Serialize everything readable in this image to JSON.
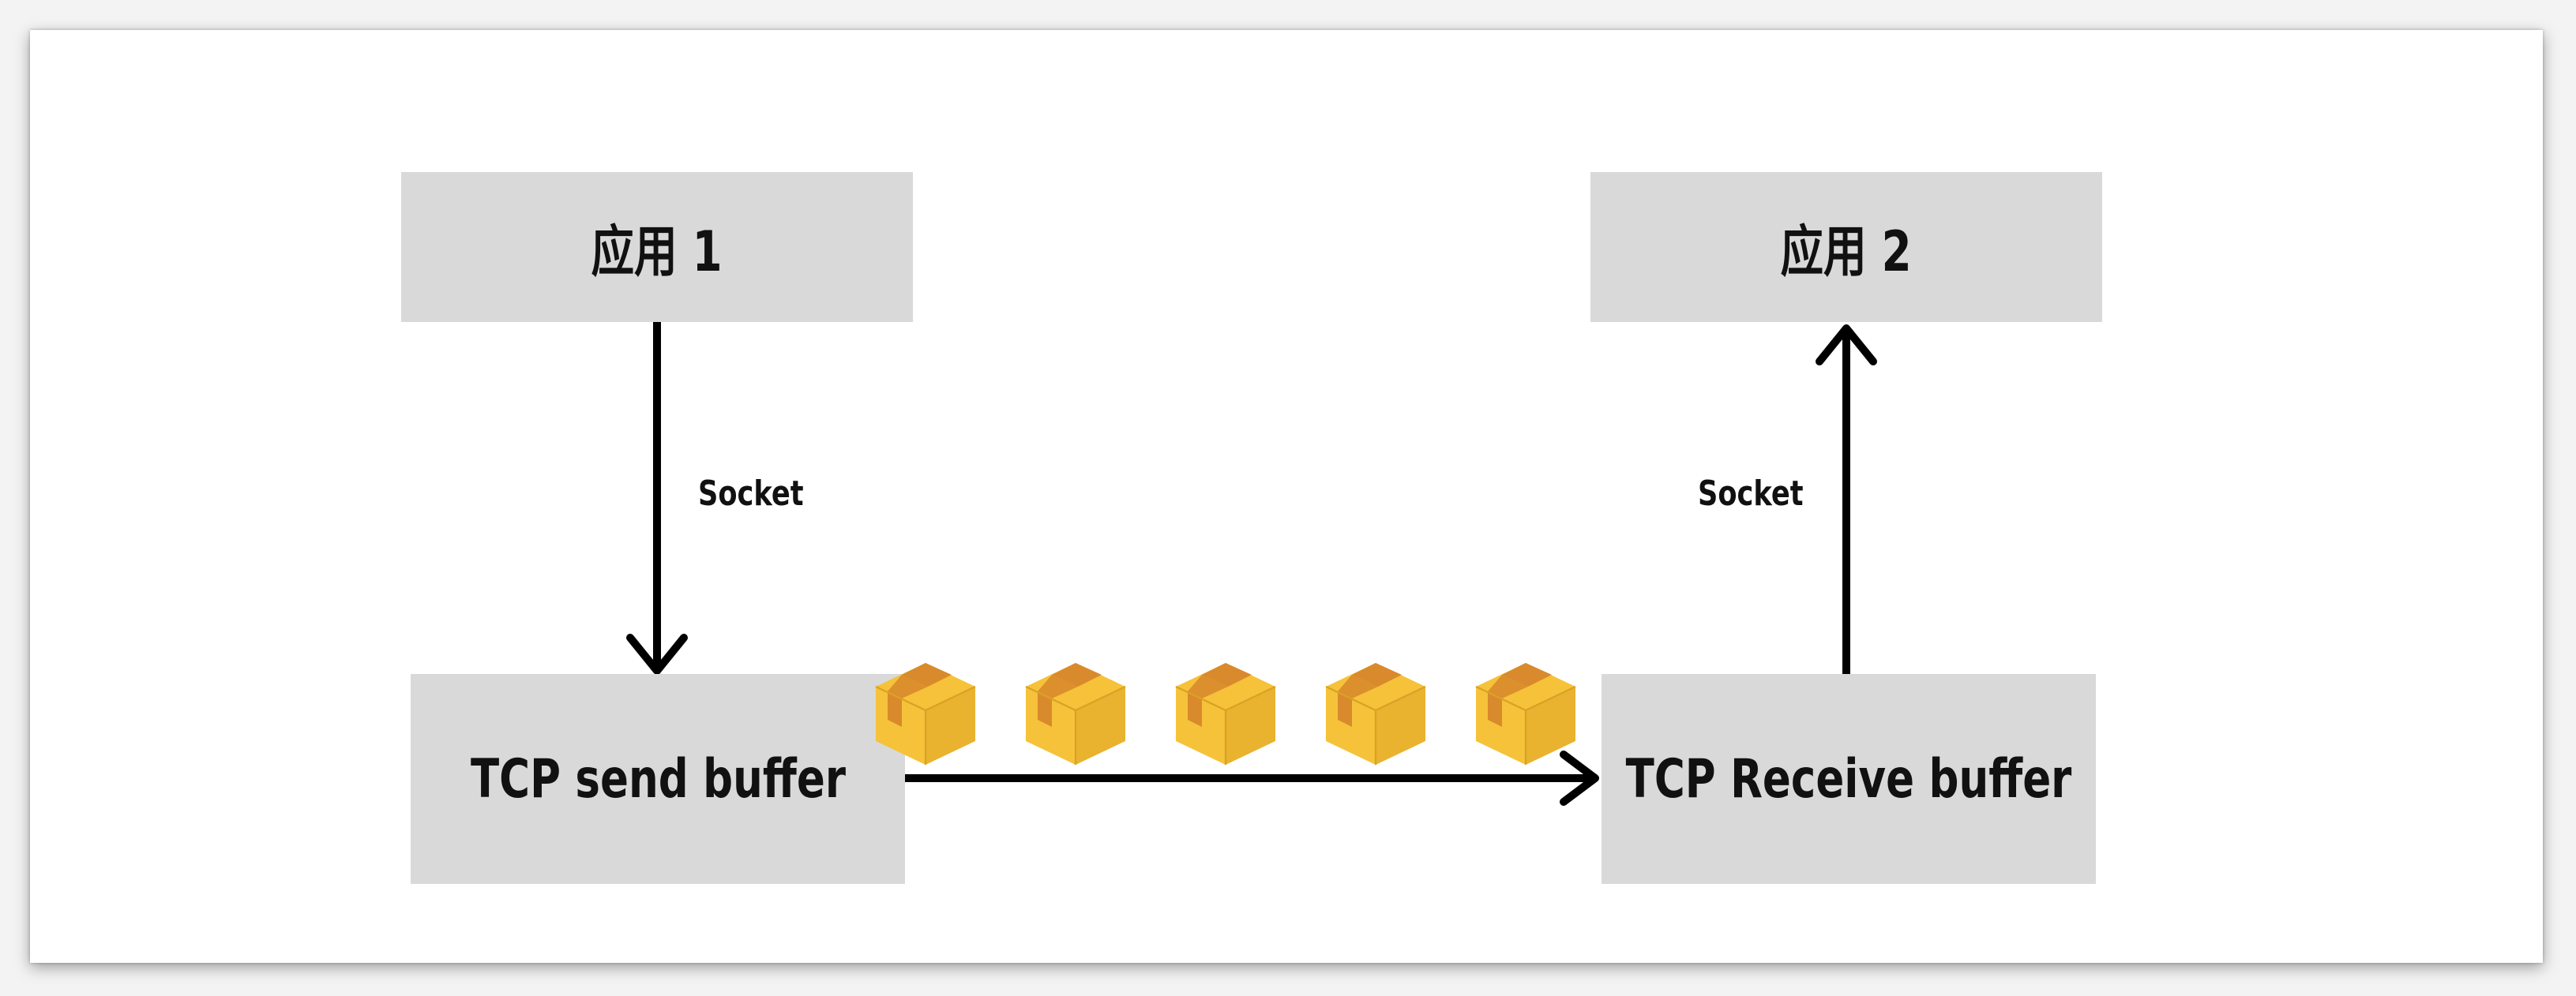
{
  "diagram": {
    "nodes": {
      "app1": {
        "label": "应用 1"
      },
      "app2": {
        "label": "应用 2"
      },
      "send_buffer": {
        "label": "TCP send buffer"
      },
      "receive_buffer": {
        "label": "TCP Receive buffer"
      }
    },
    "edges": [
      {
        "from": "app1",
        "to": "send_buffer",
        "label": "Socket"
      },
      {
        "from": "send_buffer",
        "to": "receive_buffer",
        "label": ""
      },
      {
        "from": "receive_buffer",
        "to": "app2",
        "label": "Socket"
      }
    ],
    "packages": {
      "count": 5,
      "icon": "package-box-icon"
    },
    "colors": {
      "box_fill": "#d9d9d9",
      "arrow": "#000000",
      "package_main": "#f5c23a",
      "package_tape": "#d98a2c"
    }
  }
}
